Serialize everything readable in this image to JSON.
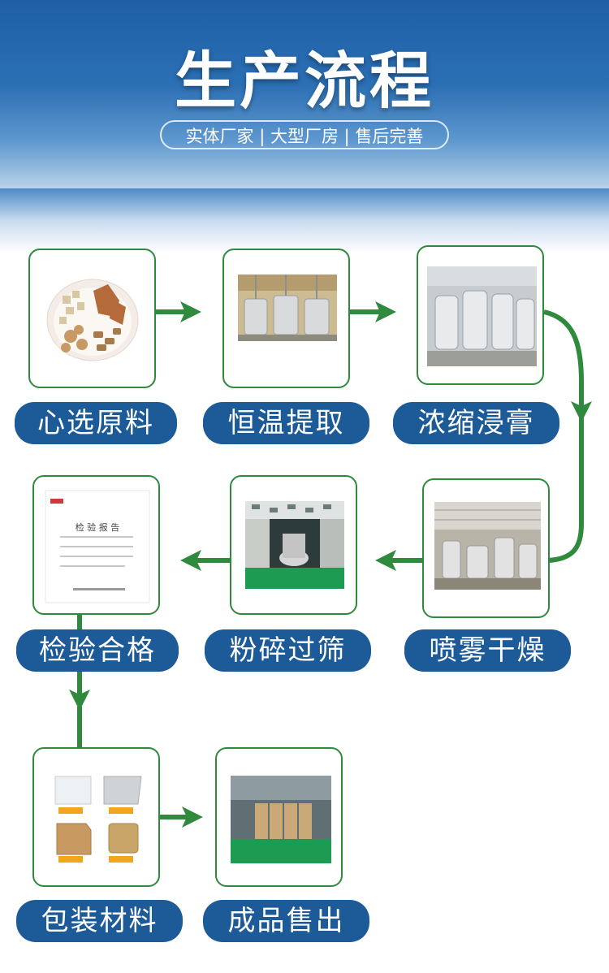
{
  "header": {
    "title": "生产流程",
    "subtitle": "实体厂家 | 大型厂房 | 售后完善"
  },
  "colors": {
    "header_blue": "#1e5fa6",
    "pill_blue": "#1d5a98",
    "arrow_green": "#2f8a3e"
  },
  "steps": [
    {
      "label": "心选原料",
      "image": "herb-slices-plate"
    },
    {
      "label": "恒温提取",
      "image": "extraction-tanks"
    },
    {
      "label": "浓缩浸膏",
      "image": "concentration-tanks"
    },
    {
      "label": "喷雾干燥",
      "image": "spray-dryer"
    },
    {
      "label": "粉碎过筛",
      "image": "sieving-room"
    },
    {
      "label": "检验合格",
      "image": "inspection-report"
    },
    {
      "label": "包装材料",
      "image": "packaging-materials"
    },
    {
      "label": "成品售出",
      "image": "warehouse-stock"
    }
  ],
  "report": {
    "title": "检 验 报 告"
  }
}
